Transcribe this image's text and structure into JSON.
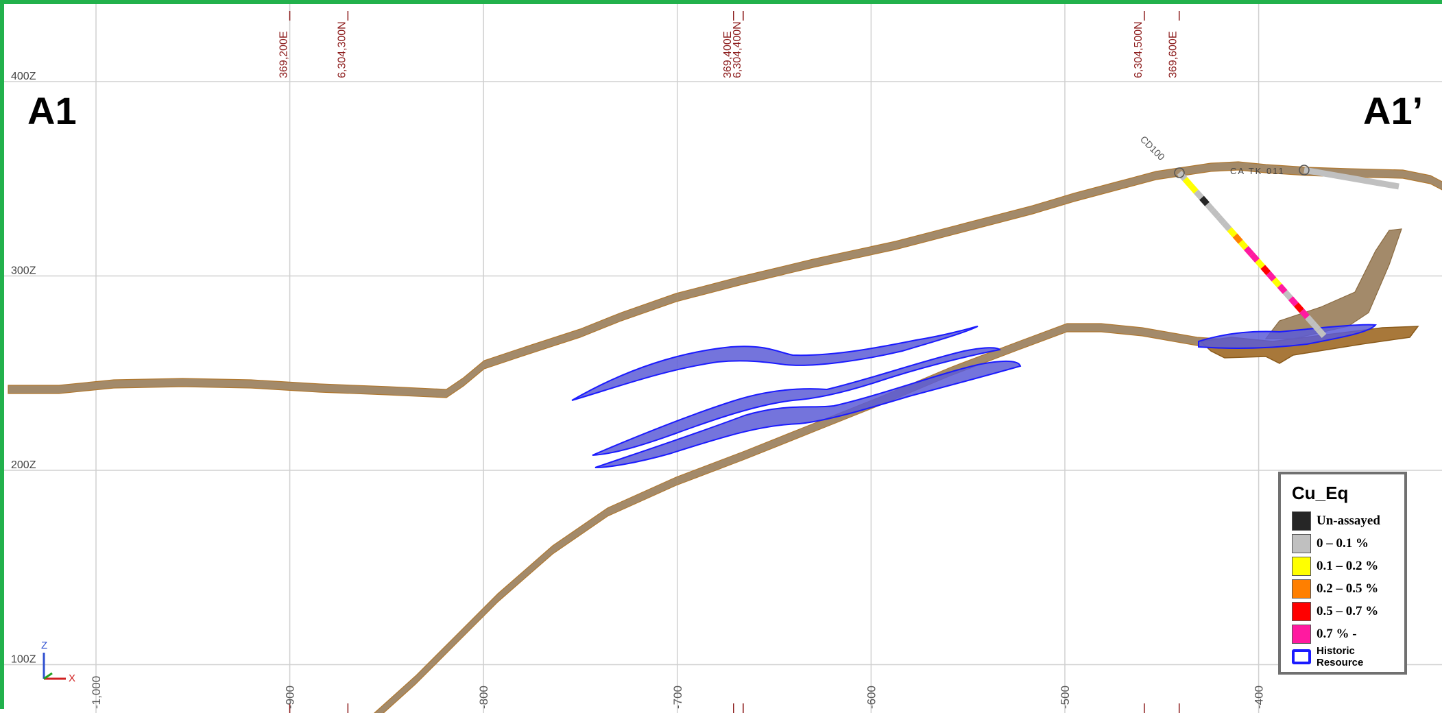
{
  "section": {
    "left_label": "A1",
    "right_label": "A1’"
  },
  "elevation_labels": [
    {
      "text": "400Z",
      "z": 400
    },
    {
      "text": "300Z",
      "z": 300
    },
    {
      "text": "200Z",
      "z": 200
    },
    {
      "text": "100Z",
      "z": 100
    }
  ],
  "distance_labels": [
    {
      "text": "-1,000",
      "d": -1000
    },
    {
      "text": "-900",
      "d": -900
    },
    {
      "text": "-800",
      "d": -800
    },
    {
      "text": "-700",
      "d": -700
    },
    {
      "text": "-600",
      "d": -600
    },
    {
      "text": "-500",
      "d": -500
    },
    {
      "text": "-400",
      "d": -400
    }
  ],
  "grid_intersections": [
    {
      "text": "369,200E",
      "d": -900
    },
    {
      "text": "6,304,300N",
      "d": -870
    },
    {
      "text": "369,400E",
      "d": -671
    },
    {
      "text": "6,304,400N",
      "d": -666
    },
    {
      "text": "6,304,500N",
      "d": -459
    },
    {
      "text": "369,600E",
      "d": -441
    }
  ],
  "drillholes": [
    {
      "name": "CD100"
    },
    {
      "name": "CA TK 011"
    }
  ],
  "axis_triad": {
    "z": "Z",
    "x": "X"
  },
  "legend": {
    "title": "Cu_Eq",
    "items": [
      {
        "label": "Un-assayed",
        "color": "#262626"
      },
      {
        "label": "0 – 0.1 %",
        "color": "#c0c0c0"
      },
      {
        "label": "0.1 – 0.2 %",
        "color": "#ffff00"
      },
      {
        "label": "0.2 – 0.5 %",
        "color": "#ff7f00"
      },
      {
        "label": "0.5 – 0.7 %",
        "color": "#ff0000"
      },
      {
        "label": "0.7 % -",
        "color": "#ff1aa0"
      }
    ],
    "resource_label": "Historic Resource",
    "resource_color": "#1a1aff"
  },
  "colors": {
    "grid": "#d0d0d0",
    "grid_label": "#8b1a1a",
    "surface": "#a38a6a",
    "surface_edge": "#b07830",
    "resource_fill": "#5c5cd6",
    "resource_edge": "#1a1aff",
    "frame": "#22b14c"
  }
}
